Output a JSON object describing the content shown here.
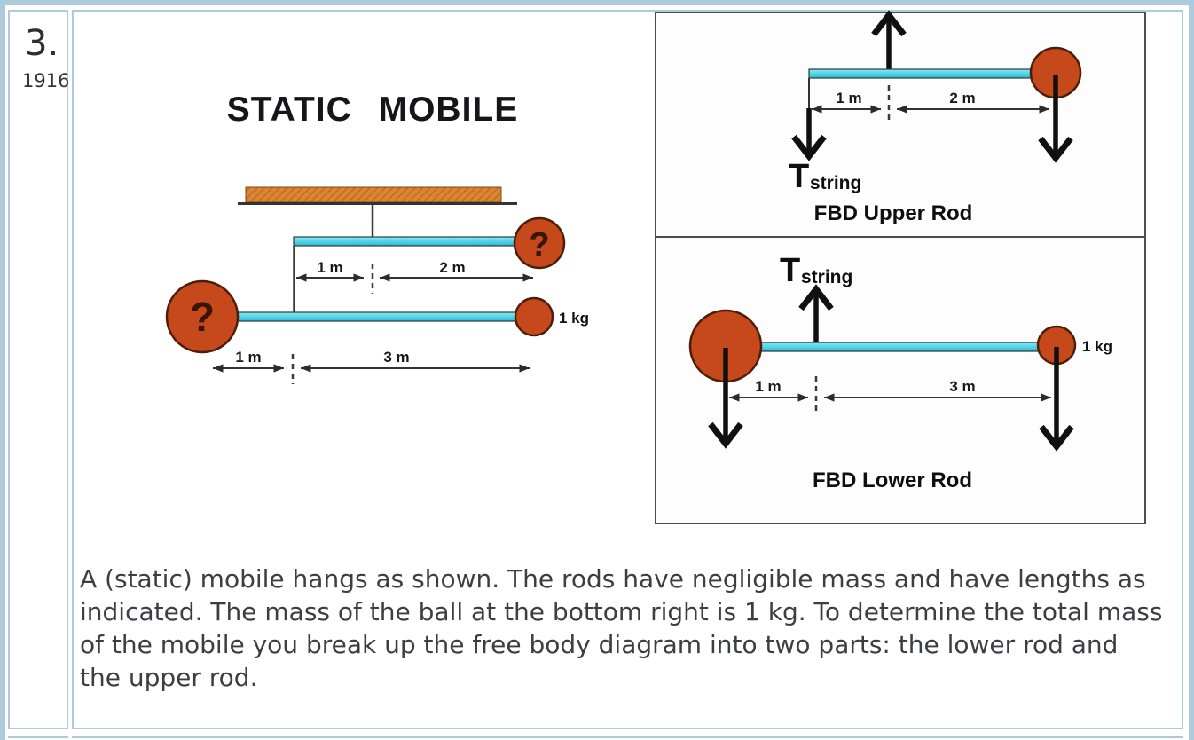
{
  "row": {
    "number": "3.",
    "id": "1916"
  },
  "main_diagram": {
    "title": "STATIC MOBILE",
    "upper_dim_left": "1 m",
    "upper_dim_right": "2 m",
    "upper_ball_label": "?",
    "lower_dim_left": "1 m",
    "lower_dim_right": "3 m",
    "lower_left_ball_label": "?",
    "lower_right_ball_mass": "1 kg"
  },
  "fbd_upper": {
    "caption": "FBD Upper Rod",
    "tension_symbol": "T",
    "tension_subscript": "string",
    "dim_left": "1 m",
    "dim_right": "2 m"
  },
  "fbd_lower": {
    "caption": "FBD Lower Rod",
    "tension_symbol": "T",
    "tension_subscript": "string",
    "dim_left": "1 m",
    "dim_right": "3 m",
    "mass_label": "1 kg"
  },
  "problem": {
    "text": "A (static) mobile hangs as shown. The rods have negligible mass and have lengths as indicated. The mass of the ball at the bottom right is 1 kg. To determine the total mass of the mobile you break up the free body diagram into two parts: the lower rod and the upper rod."
  },
  "colors": {
    "table_border": "#aecbdd",
    "rod": "#4fd2e5",
    "ball": "#c6491c",
    "ceiling": "#dd8334",
    "fbd_box_border": "#4c4c4c",
    "text": "#3d3d45"
  }
}
